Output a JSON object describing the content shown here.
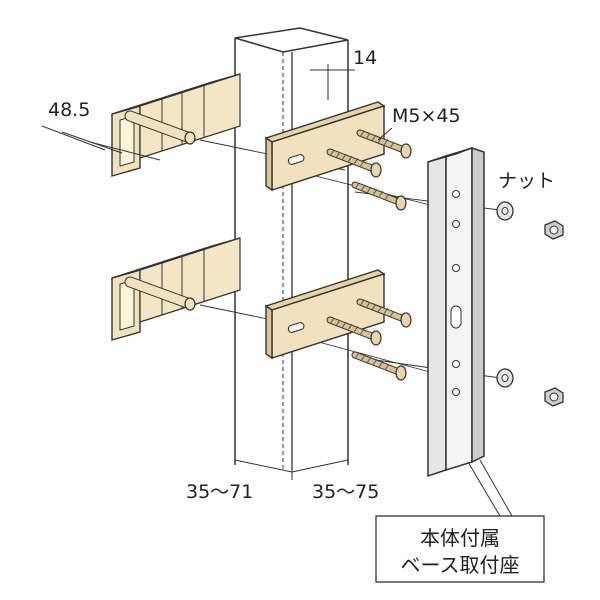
{
  "labels": {
    "dim_48_5": "48.5",
    "dim_14": "14",
    "screw": "M5×45",
    "nut": "ナット",
    "dim_left": "35～71",
    "dim_right": "35～75",
    "caption_line1": "本体付属",
    "caption_line2": "ベース取付座"
  },
  "colors": {
    "bracket": "#f1e2bd",
    "outline": "#333333",
    "metal": "#d6d6d6",
    "post": "#ffffff"
  }
}
